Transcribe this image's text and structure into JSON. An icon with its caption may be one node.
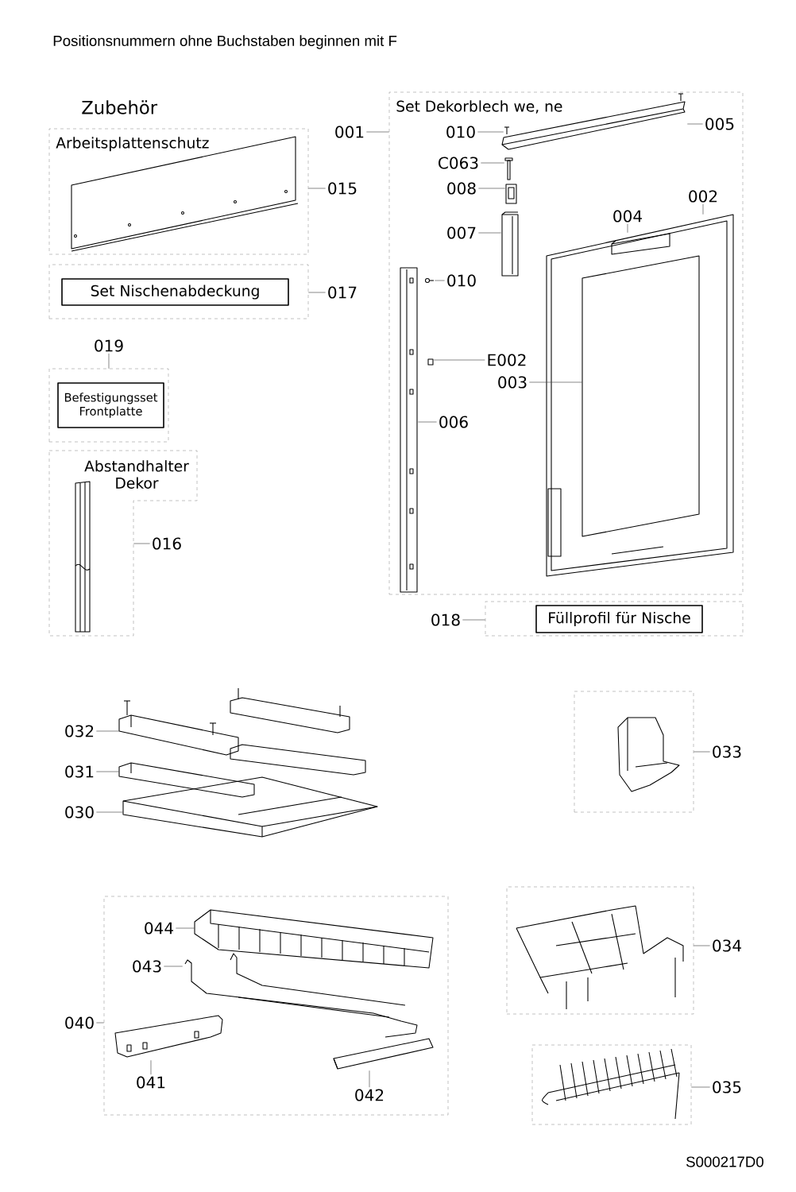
{
  "diagram": {
    "nodes": [
      {
        "text": [
          "Arbeitsplattenschutz"
        ]
      },
      {
        "text": [],
        "shape": "picture",
        "in": 0
      },
      {
        "text": [
          "015"
        ]
      },
      {
        "text": [],
        "shape": "box"
      },
      {
        "text": [
          "Set Nischenabdeckung"
        ],
        "in": 3
      },
      {
        "text": [
          "017"
        ]
      },
      {
        "text": [
          "019"
        ]
      },
      {
        "text": [],
        "shape": "box"
      },
      {
        "text": [
          "Befestigungsset Frontplatte"
        ],
        "in": 7
      },
      {
        "text": [
          "Abstandhalter Dekor"
        ]
      },
      {
        "text": [],
        "shape": "picture",
        "in": 9
      },
      {
        "text": [
          "016"
        ]
      },
      {
        "text": [
          "Set Dekorblech we, ne"
        ]
      },
      {
        "text": [
          "001"
        ]
      },
      {
        "text": [],
        "shape": "picture",
        "in": 12
      },
      {
        "text": [
          "010"
        ],
        "in": 12
      },
      {
        "text": [],
        "shape": "picture",
        "in": 12
      },
      {
        "text": [
          "005"
        ],
        "in": 12
      },
      {
        "text": [],
        "shape": "picture",
        "in": 12
      },
      {
        "text": [
          "C063"
        ],
        "in": 12
      },
      {
        "text": [],
        "shape": "picture",
        "in": 12
      },
      {
        "text": [
          "008"
        ],
        "in": 12
      },
      {
        "text": [],
        "shape": "picture",
        "in": 12
      },
      {
        "text": [
          "007"
        ],
        "in": 12
      },
      {
        "text": [],
        "shape": "picture",
        "in": 12
      },
      {
        "text": [
          "002"
        ],
        "in": 12
      },
      {
        "text": [],
        "shape": "picture",
        "in": 24
      },
      {
        "text": [
          "004"
        ],
        "in": 12
      },
      {
        "text": [],
        "shape": "picture",
        "in": 12
      },
      {
        "text": [
          "006"
        ],
        "in": 12
      },
      {
        "text": [],
        "shape": "picture",
        "in": 12
      },
      {
        "text": [
          "010"
        ],
        "in": 12
      },
      {
        "text": [],
        "shape": "box",
        "in": 12
      },
      {
        "text": [
          "E002"
        ],
        "in": 12
      },
      {
        "text": [],
        "shape": "box",
        "in": 24
      },
      {
        "text": [
          "003"
        ],
        "in": 12
      },
      {
        "text": [],
        "shape": "box"
      },
      {
        "text": [
          "Füllprofil für Nische"
        ],
        "in": 36
      },
      {
        "text": [
          "018"
        ]
      },
      {
        "text": [],
        "shape": "picture"
      },
      {
        "text": [
          "032"
        ]
      },
      {
        "text": [],
        "shape": "picture"
      },
      {
        "text": [
          "031"
        ]
      },
      {
        "text": [],
        "shape": "picture"
      },
      {
        "text": [
          "030"
        ]
      },
      {
        "text": [],
        "shape": "box"
      },
      {
        "text": [],
        "shape": "picture",
        "in": 45
      },
      {
        "text": [
          "033"
        ]
      },
      {
        "text": [],
        "shape": "box"
      },
      {
        "text": [
          "040"
        ]
      },
      {
        "text": [],
        "shape": "picture",
        "in": 48
      },
      {
        "text": [
          "044"
        ],
        "in": 48
      },
      {
        "text": [],
        "shape": "picture",
        "in": 48
      },
      {
        "text": [
          "043"
        ],
        "in": 48
      },
      {
        "text": [],
        "shape": "picture",
        "in": 48
      },
      {
        "text": [
          "041"
        ],
        "in": 48
      },
      {
        "text": [],
        "shape": "picture",
        "in": 48
      },
      {
        "text": [
          "042"
        ],
        "in": 48
      },
      {
        "text": [],
        "shape": "box"
      },
      {
        "text": [],
        "shape": "picture",
        "in": 58
      },
      {
        "text": [
          "034"
        ]
      },
      {
        "text": [],
        "shape": "box"
      },
      {
        "text": [],
        "shape": "picture",
        "in": 61
      },
      {
        "text": [
          "035"
        ]
      }
    ],
    "edges": [
      {
        "from": 2,
        "to": 0,
        "arrow": "none"
      },
      {
        "from": 5,
        "to": 3,
        "arrow": "none"
      },
      {
        "from": 6,
        "to": 7,
        "arrow": "none"
      },
      {
        "from": 11,
        "to": 9,
        "arrow": "none"
      },
      {
        "from": 13,
        "to": 12,
        "arrow": "none"
      },
      {
        "from": 15,
        "to": 14,
        "arrow": "none"
      },
      {
        "from": 17,
        "to": 16,
        "arrow": "none"
      },
      {
        "from": 19,
        "to": 18,
        "arrow": "none"
      },
      {
        "from": 21,
        "to": 20,
        "arrow": "none"
      },
      {
        "from": 23,
        "to": 22,
        "arrow": "none"
      },
      {
        "from": 25,
        "to": 24,
        "arrow": "none"
      },
      {
        "from": 27,
        "to": 26,
        "arrow": "none"
      },
      {
        "from": 29,
        "to": 28,
        "arrow": "none"
      },
      {
        "from": 31,
        "to": 30,
        "arrow": "none"
      },
      {
        "from": 33,
        "to": 32,
        "arrow": "none"
      },
      {
        "from": 35,
        "to": 34,
        "arrow": "none"
      },
      {
        "from": 38,
        "to": 36,
        "arrow": "none"
      },
      {
        "from": 40,
        "to": 39,
        "arrow": "none"
      },
      {
        "from": 42,
        "to": 41,
        "arrow": "none"
      },
      {
        "from": 44,
        "to": 43,
        "arrow": "none"
      },
      {
        "from": 47,
        "to": 45,
        "arrow": "none"
      },
      {
        "from": 49,
        "to": 48,
        "arrow": "none"
      },
      {
        "from": 51,
        "to": 50,
        "arrow": "none"
      },
      {
        "from": 53,
        "to": 52,
        "arrow": "none"
      },
      {
        "from": 55,
        "to": 54,
        "arrow": "none"
      },
      {
        "from": 57,
        "to": 56,
        "arrow": "none"
      },
      {
        "from": 60,
        "to": 58,
        "arrow": "none"
      },
      {
        "from": 63,
        "to": 61,
        "arrow": "none"
      }
    ],
    "labels": [
      "Positionsnummern ohne Buchstaben beginnen mit F",
      "Zubehör",
      "S000217D0"
    ]
  }
}
